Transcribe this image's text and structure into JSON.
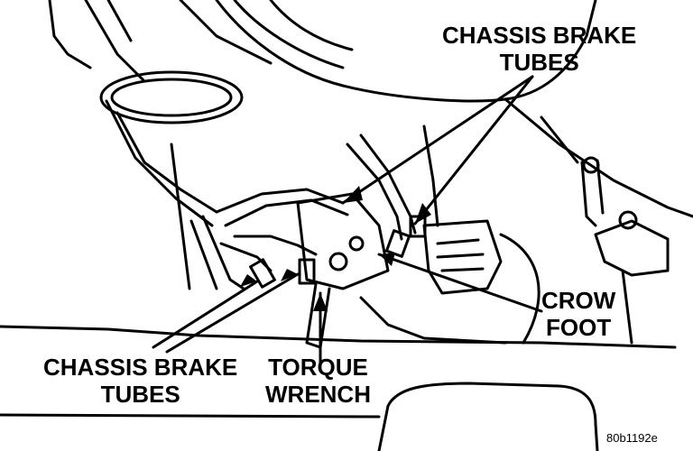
{
  "callouts": {
    "chassis_brake_tubes_top": {
      "line1": "CHASSIS BRAKE",
      "line2": "TUBES"
    },
    "chassis_brake_tubes_bottom": {
      "line1": "CHASSIS BRAKE",
      "line2": "TUBES"
    },
    "torque_wrench": {
      "line1": "TORQUE",
      "line2": "WRENCH"
    },
    "crow_foot": {
      "line1": "CROW",
      "line2": "FOOT"
    }
  },
  "figure_id": "80b1192e",
  "colors": {
    "ink": "#000000",
    "paper": "#ffffff"
  }
}
